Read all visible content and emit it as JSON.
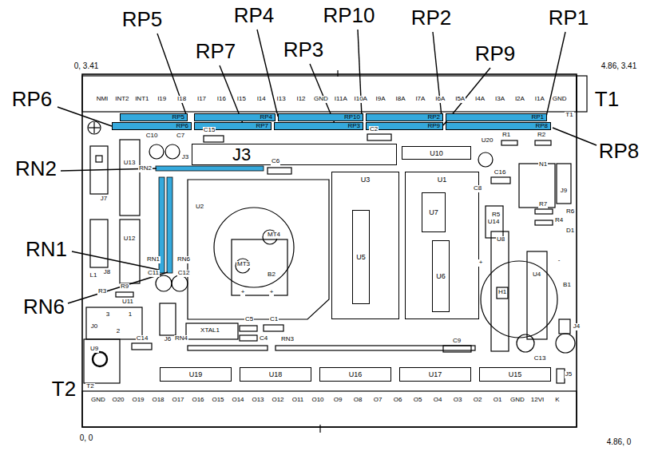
{
  "diagram": {
    "nodes": [
      {
        "text": [
          "RP5"
        ]
      },
      {
        "text": [
          "RP4"
        ]
      },
      {
        "text": [
          "RP10"
        ]
      },
      {
        "text": [
          "RP2"
        ]
      },
      {
        "text": [
          "RP1"
        ]
      },
      {
        "text": [
          "RP6"
        ]
      },
      {
        "text": [
          "RP7"
        ]
      },
      {
        "text": [
          "RP3"
        ]
      },
      {
        "text": [
          "RP9"
        ]
      },
      {
        "text": [
          "RP8"
        ]
      },
      {
        "text": [
          "J3"
        ]
      },
      {
        "text": [
          "U10"
        ]
      },
      {
        "text": [
          "U3"
        ]
      },
      {
        "text": [
          "U5"
        ],
        "in": 12
      },
      {
        "text": [
          "U1"
        ]
      },
      {
        "text": [
          "U7"
        ],
        "in": 14
      },
      {
        "text": [
          "U6"
        ],
        "in": 14
      },
      {
        "text": [
          "U19"
        ]
      },
      {
        "text": [
          "U18"
        ]
      },
      {
        "text": [
          "U16"
        ]
      },
      {
        "text": [
          "U17"
        ]
      },
      {
        "text": [
          "U15"
        ]
      }
    ],
    "labels": [
      "0, 3.41",
      "4.86, 3.41",
      "0, 0",
      "4.86, 0",
      "RP5",
      "RP4",
      "RP10",
      "RP2",
      "RP1",
      "RP7",
      "RP3",
      "RP9",
      "RP6",
      "RP8",
      "T1",
      "T2",
      "RN2",
      "RN1",
      "RN6",
      "NMI",
      "INT2",
      "INT1",
      "I19",
      "I18",
      "I17",
      "I16",
      "I15",
      "I14",
      "I13",
      "I12",
      "GND",
      "I11A",
      "I10A",
      "I9A",
      "I8A",
      "I7A",
      "I6A",
      "I5A",
      "I4A",
      "I3A",
      "I2A",
      "I1A",
      "GND",
      "GND",
      "O20",
      "O19",
      "O18",
      "O17",
      "O16",
      "O15",
      "O14",
      "O13",
      "O12",
      "O11",
      "O10",
      "O9",
      "O8",
      "O7",
      "O6",
      "O5",
      "O4",
      "O3",
      "O2",
      "O1",
      "GND",
      "12VI",
      "K",
      "C10",
      "C7",
      "C15",
      "J3",
      "C2",
      "U20",
      "R1",
      "R2",
      "N1",
      "C16",
      "C8",
      "J9",
      "U13",
      "J7",
      "RN2",
      "C6",
      "U2",
      "MT4",
      "MT3",
      "B2",
      "+",
      "+",
      "U12",
      "RN1",
      "RN6",
      "C11",
      "C12",
      "L1",
      "J8",
      "R9",
      "R3",
      "U11",
      "J0",
      "3",
      "1",
      "2",
      "U9",
      "C14",
      "J6",
      "RN4",
      "XTAL1",
      "C5",
      "C4",
      "C1",
      "RN3",
      "C9",
      "U14",
      "U8",
      "U4",
      "B1",
      "H1",
      "R5",
      "R7",
      "R6",
      "R4",
      "D1",
      "+",
      "-",
      "J4",
      "C13",
      "J5",
      "T1",
      "T2"
    ]
  }
}
